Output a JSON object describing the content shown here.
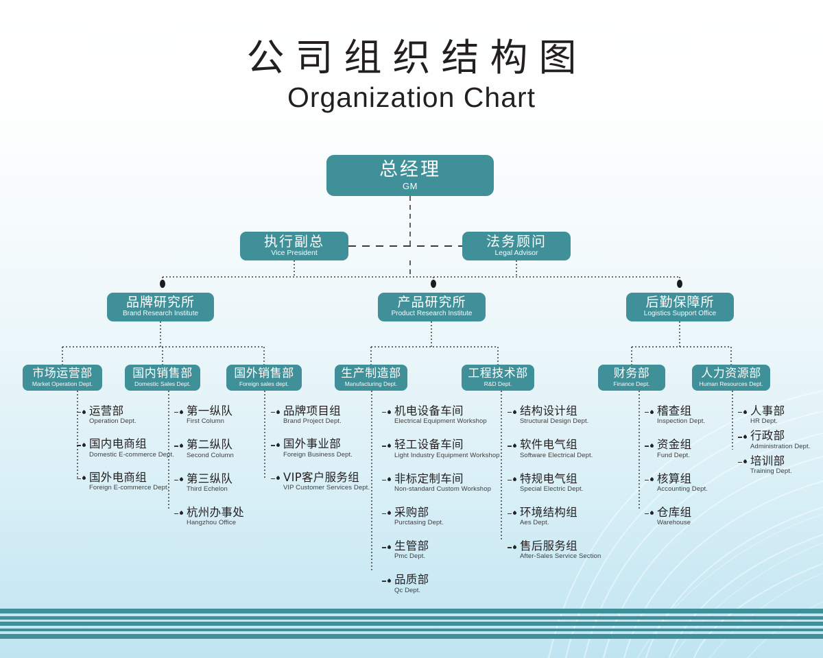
{
  "title": {
    "cn": "公司组织结构图",
    "en": "Organization Chart"
  },
  "colors": {
    "node_teal": "#3f9099",
    "node_text": "#ffffff",
    "leaf_text": "#231f20",
    "connector": "#3a3a3a",
    "stripe": "#3f9099",
    "background_top": "#ffffff",
    "background_bottom": "#bfe5f1"
  },
  "top": {
    "gm": {
      "cn": "总经理",
      "en": "GM"
    },
    "vp": {
      "cn": "执行副总",
      "en": "Vice President"
    },
    "legal": {
      "cn": "法务顾问",
      "en": "Legal Advisor"
    }
  },
  "institutes": [
    {
      "cn": "品牌研究所",
      "en": "Brand Research Institute"
    },
    {
      "cn": "产品研究所",
      "en": "Product Research Institute"
    },
    {
      "cn": "后勤保障所",
      "en": "Logistics Support Office"
    }
  ],
  "departments": [
    {
      "cn": "市场运营部",
      "en": "Market Operation Dept."
    },
    {
      "cn": "国内销售部",
      "en": "Domestic Sales Dept."
    },
    {
      "cn": "国外销售部",
      "en": "Foreign sales dept."
    },
    {
      "cn": "生产制造部",
      "en": "Manufacturing Dept."
    },
    {
      "cn": "工程技术部",
      "en": "R&D Dept."
    },
    {
      "cn": "财务部",
      "en": "Finance Dept."
    },
    {
      "cn": "人力资源部",
      "en": "Human Resources Dept."
    }
  ],
  "leaves": {
    "market": [
      {
        "cn": "运营部",
        "en": "Operation Dept."
      },
      {
        "cn": "国内电商组",
        "en": "Domestic E-commerce Dept."
      },
      {
        "cn": "国外电商组",
        "en": "Foreign E-commerce Dept."
      }
    ],
    "domestic": [
      {
        "cn": "第一纵队",
        "en": "First Column"
      },
      {
        "cn": "第二纵队",
        "en": "Second Column"
      },
      {
        "cn": "第三纵队",
        "en": "Third Echelon"
      },
      {
        "cn": "杭州办事处",
        "en": "Hangzhou Office"
      }
    ],
    "foreign": [
      {
        "cn": "品牌项目组",
        "en": "Brand Project Dept."
      },
      {
        "cn": "国外事业部",
        "en": "Foreign Business Dept."
      },
      {
        "cn": "VIP客户服务组",
        "en": "VIP Customer Services Dept."
      }
    ],
    "manufacturing": [
      {
        "cn": "机电设备车间",
        "en": "Electrical Equipment Workshop"
      },
      {
        "cn": "轻工设备车间",
        "en": "Light Industry Equipment Workshop"
      },
      {
        "cn": "非标定制车间",
        "en": "Non-standard Custom Workshop"
      },
      {
        "cn": "采购部",
        "en": "Purctasing Dept."
      },
      {
        "cn": "生管部",
        "en": "Pmc Dept."
      },
      {
        "cn": "品质部",
        "en": "Qc Dept."
      }
    ],
    "rd": [
      {
        "cn": "结构设计组",
        "en": "Structural Design Dept."
      },
      {
        "cn": "软件电气组",
        "en": "Software Electrical Dept."
      },
      {
        "cn": "特规电气组",
        "en": "Special Electric Dept."
      },
      {
        "cn": "环境结构组",
        "en": "Aes Dept."
      },
      {
        "cn": "售后服务组",
        "en": "After-Sales Service Section"
      }
    ],
    "finance": [
      {
        "cn": "稽查组",
        "en": "Inspection Dept."
      },
      {
        "cn": "资金组",
        "en": "Fund Dept."
      },
      {
        "cn": "核算组",
        "en": "Accounting Dept."
      },
      {
        "cn": "仓库组",
        "en": "Warehouse"
      }
    ],
    "hr": [
      {
        "cn": "人事部",
        "en": "HR Dept."
      },
      {
        "cn": "行政部",
        "en": "Administration Dept."
      },
      {
        "cn": "培训部",
        "en": "Training Dept."
      }
    ]
  }
}
